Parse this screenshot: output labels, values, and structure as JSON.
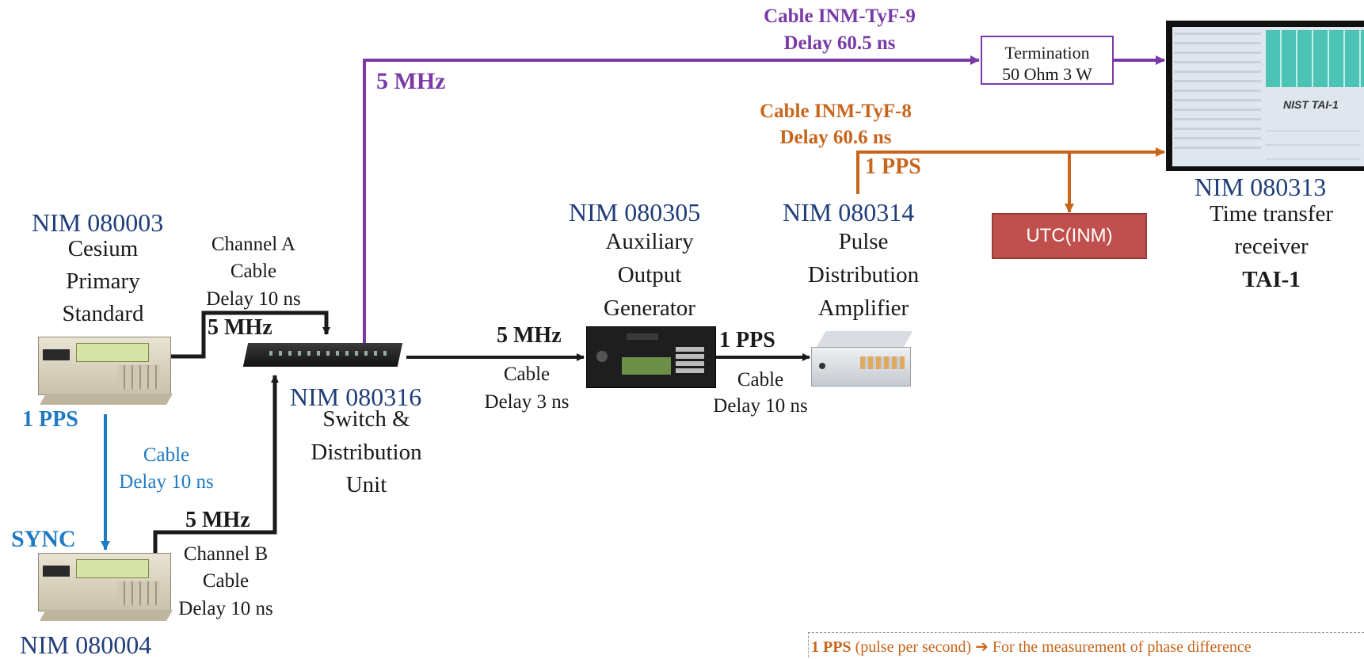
{
  "colors": {
    "purple": "#7a3aa6",
    "orange": "#c8651b",
    "blue": "#1f7ac2",
    "black": "#1a1a1a",
    "navy": "#1f3e7a",
    "utc_box": "#c0504d"
  },
  "devices": {
    "cesium": {
      "id": "NIM 080003",
      "line1": "Cesium",
      "line2": "Primary",
      "line3": "Standard"
    },
    "cesium2": {
      "id": "NIM 080004"
    },
    "switch": {
      "id": "NIM 080316",
      "line1": "Switch &",
      "line2": "Distribution",
      "line3": "Unit"
    },
    "aux": {
      "id": "NIM 080305",
      "line1": "Auxiliary",
      "line2": "Output",
      "line3": "Generator"
    },
    "pulse": {
      "id": "NIM 080314",
      "line1": "Pulse",
      "line2": "Distribution",
      "line3": "Amplifier"
    },
    "receiver": {
      "id": "NIM 080313",
      "line1": "Time transfer",
      "line2": "receiver",
      "line3": "TAI-1"
    }
  },
  "links": {
    "channel_a": {
      "line1": "Channel A",
      "line2": "Cable",
      "line3": "Delay 10 ns",
      "signal": "5 MHz"
    },
    "channel_b": {
      "line1": "Channel B",
      "line2": "Cable",
      "line3": "Delay 10 ns",
      "signal": "5 MHz"
    },
    "sync": {
      "signal": "1 PPS",
      "line1": "Cable",
      "line2": "Delay 10 ns",
      "target": "SYNC"
    },
    "switch_to_aux": {
      "signal": "5 MHz",
      "line1": "Cable",
      "line2": "Delay 3 ns"
    },
    "aux_to_pulse": {
      "signal": "1 PPS",
      "line1": "Cable",
      "line2": "Delay 10 ns"
    },
    "top_5mhz": {
      "signal": "5 MHz",
      "cable": "Cable INM-TyF-9",
      "delay": "Delay 60.5 ns"
    },
    "pps_out": {
      "signal": "1 PPS",
      "cable": "Cable INM-TyF-8",
      "delay": "Delay 60.6 ns"
    }
  },
  "termination": {
    "line1": "Termination",
    "line2": "50 Ohm 3 W"
  },
  "utc": {
    "label": "UTC(INM)"
  },
  "screen": {
    "logo": "NIST TAI-1"
  },
  "footnote": {
    "bold": "1 PPS",
    "text": " (pulse per second) ➔ For the measurement of phase difference"
  }
}
